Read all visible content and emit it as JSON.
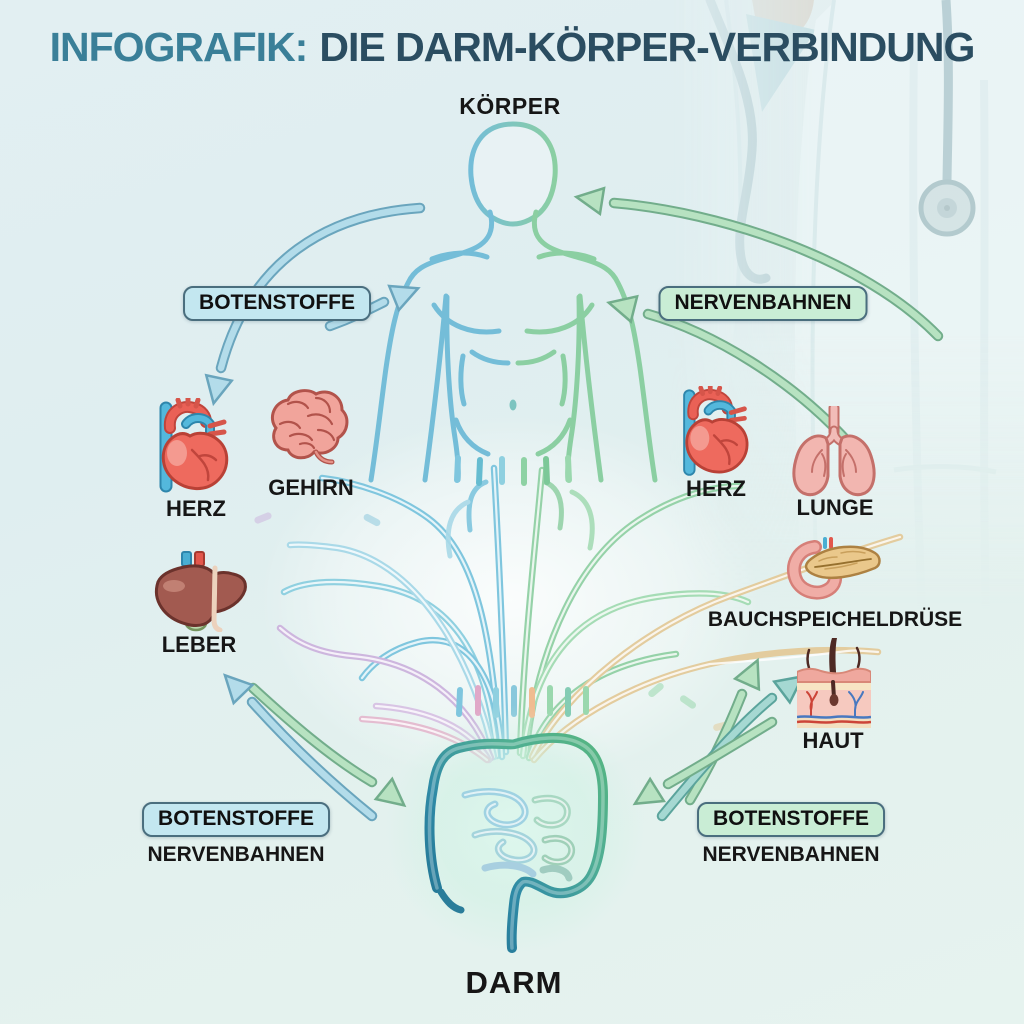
{
  "palette": {
    "background": "#e0eef0",
    "title_accent": "#3a7f98",
    "title_main": "#2b4d61",
    "arrow_blue": "#b3dcea",
    "arrow_green": "#b7e2c1",
    "arrow_teal": "#a5d8d2",
    "box_blue_fill": "#c3e7f0",
    "box_green_fill": "#c9edd5",
    "box_border": "#4a6e7e",
    "gut_teal": "#1f6f8f",
    "gut_green": "#55b581",
    "body_left_outline": "#74bdd8",
    "body_right_outline": "#8bcfa2",
    "label_text": "#161616"
  },
  "title": {
    "accent": "INFOGRAFIK:",
    "rest": "DIE DARM-KÖRPER-VERBINDUNG"
  },
  "body": {
    "label": "KÖRPER"
  },
  "gut": {
    "label": "DARM"
  },
  "channels": {
    "left_mid": "BOTENSTOFFE",
    "right_mid": "NERVENBAHNEN",
    "bottom_left": {
      "box": "BOTENSTOFFE",
      "sub": "NERVENBAHNEN"
    },
    "bottom_right": {
      "box": "BOTENSTOFFE",
      "sub": "NERVENBAHNEN"
    }
  },
  "organs": {
    "heart_left": "HERZ",
    "brain": "GEHIRN",
    "liver": "LEBER",
    "heart_right": "HERZ",
    "lungs": "LUNGE",
    "pancreas": "BAUCHSPEICHELDRÜSE",
    "skin": "HAUT"
  }
}
